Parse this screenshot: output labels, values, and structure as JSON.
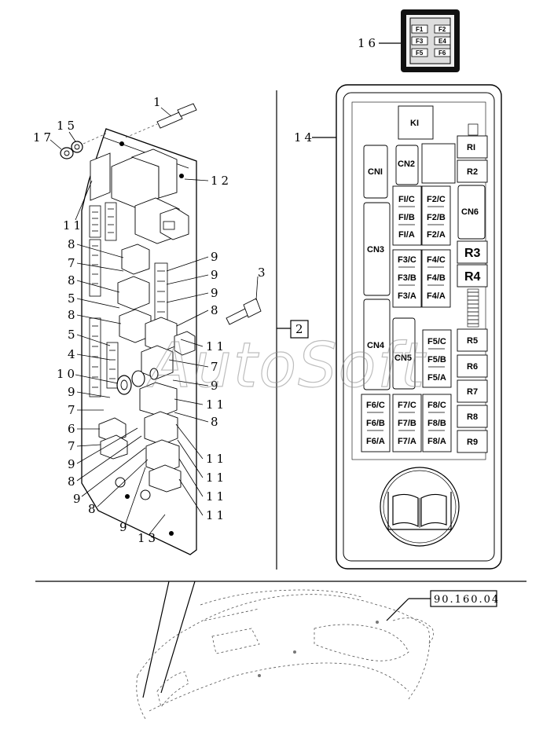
{
  "callouts": {
    "c1": "1",
    "c2": "2",
    "c3": "3",
    "c4": "4",
    "c5a": "5",
    "c5b": "5",
    "c6": "6",
    "c7a": "7",
    "c7b": "7",
    "c7c": "7",
    "c7d": "7",
    "c8a": "8",
    "c8b": "8",
    "c8c": "8",
    "c8d": "8",
    "c8e": "8",
    "c8f": "8",
    "c8g": "8",
    "c9a": "9",
    "c9b": "9",
    "c9c": "9",
    "c9d": "9",
    "c9e": "9",
    "c9f": "9",
    "c9g": "9",
    "c9h": "9",
    "c10": "10",
    "c11a": "11",
    "c11b": "11",
    "c11c": "11",
    "c11d": "11",
    "c11e": "11",
    "c11f": "11",
    "c11g": "11",
    "c12": "12",
    "c13": "13",
    "c14": "14",
    "c15": "15",
    "c16": "16",
    "c17": "17"
  },
  "ref_box": "90.160.04",
  "panel": {
    "ki": "KI",
    "cn1": "CNI",
    "cn2": "CN2",
    "cn4": "CN4",
    "cn5": "CN5",
    "cn6": "CN6",
    "cn3": "CN3",
    "r1": "RI",
    "r2": "R2",
    "r3": "R3",
    "r4": "R4",
    "r5": "R5",
    "r6": "R6",
    "r7": "R7",
    "r8": "R8",
    "r9": "R9",
    "f1c": "FI/C",
    "f1b": "FI/B",
    "f1a": "FI/A",
    "f2c": "F2/C",
    "f2b": "F2/B",
    "f2a": "F2/A",
    "f3c": "F3/C",
    "f3b": "F3/B",
    "f3a": "F3/A",
    "f4c": "F4/C",
    "f4b": "F4/B",
    "f4a": "F4/A",
    "f5c": "F5/C",
    "f5b": "F5/B",
    "f5a": "F5/A",
    "f6c": "F6/C",
    "f6b": "F6/B",
    "f6a": "F6/A",
    "f7c": "F7/C",
    "f7b": "F7/B",
    "f7a": "F7/A",
    "f8c": "F8/C",
    "f8b": "F8/B",
    "f8a": "F8/A"
  },
  "mini_panel": {
    "f1": "F1",
    "f2": "F2",
    "f3": "F3",
    "f4": "E4",
    "f5": "F5",
    "f6": "F6"
  },
  "watermark": "AutoSoft"
}
